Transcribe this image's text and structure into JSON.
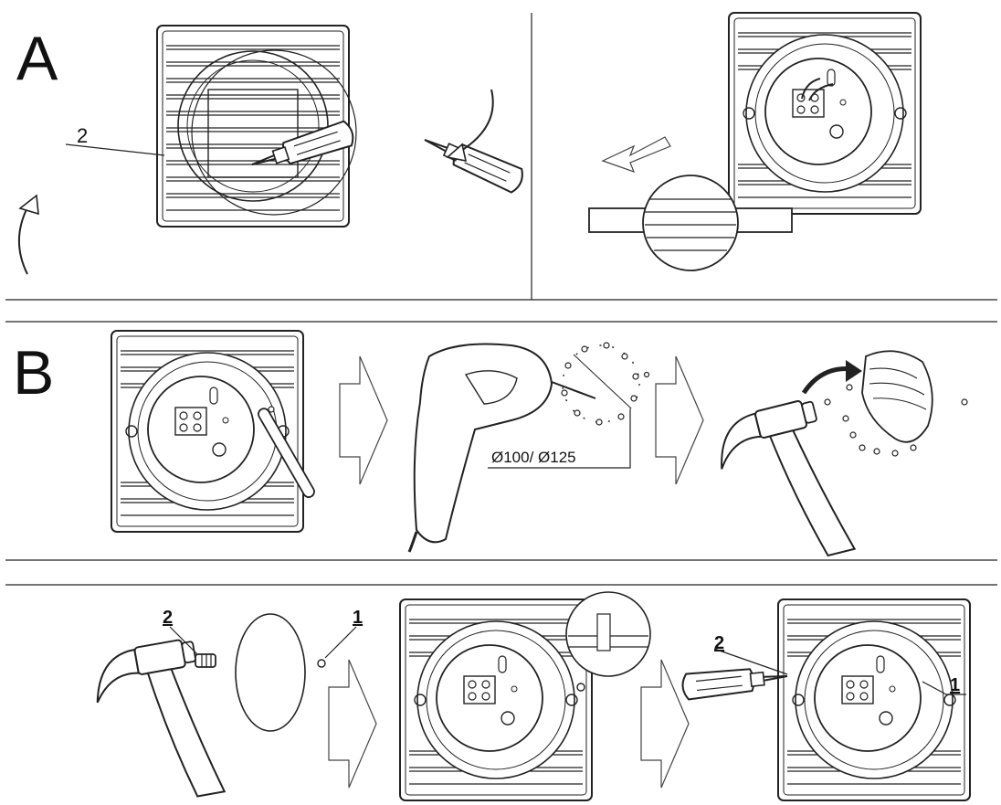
{
  "sections": [
    {
      "id": "A",
      "letter": "A",
      "callouts": [
        "2"
      ]
    },
    {
      "id": "B",
      "letter": "B",
      "dimension_label": "Ø100/ Ø125"
    },
    {
      "id": "C",
      "callouts": [
        "2",
        "1",
        "2",
        "1"
      ]
    }
  ],
  "colors": {
    "line": "#222222",
    "background": "#ffffff"
  }
}
